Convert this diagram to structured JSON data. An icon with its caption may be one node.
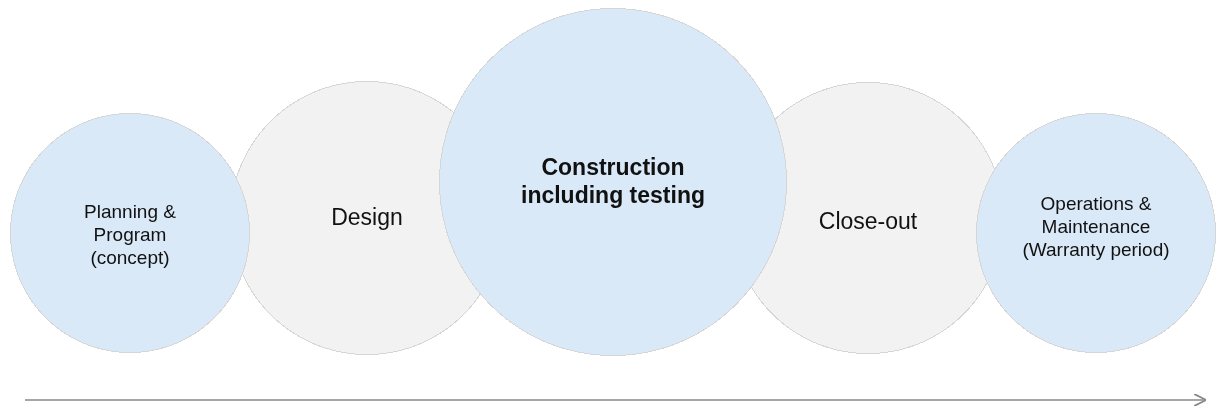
{
  "diagram": {
    "nodes": [
      {
        "text": [
          "Planning & Program (concept)"
        ]
      },
      {
        "text": [
          "Design"
        ]
      },
      {
        "text": [
          "Construction including testing"
        ]
      },
      {
        "text": [
          "Close-out"
        ]
      },
      {
        "text": [
          "Operations & Maintenance (Warranty period)"
        ]
      }
    ]
  }
}
